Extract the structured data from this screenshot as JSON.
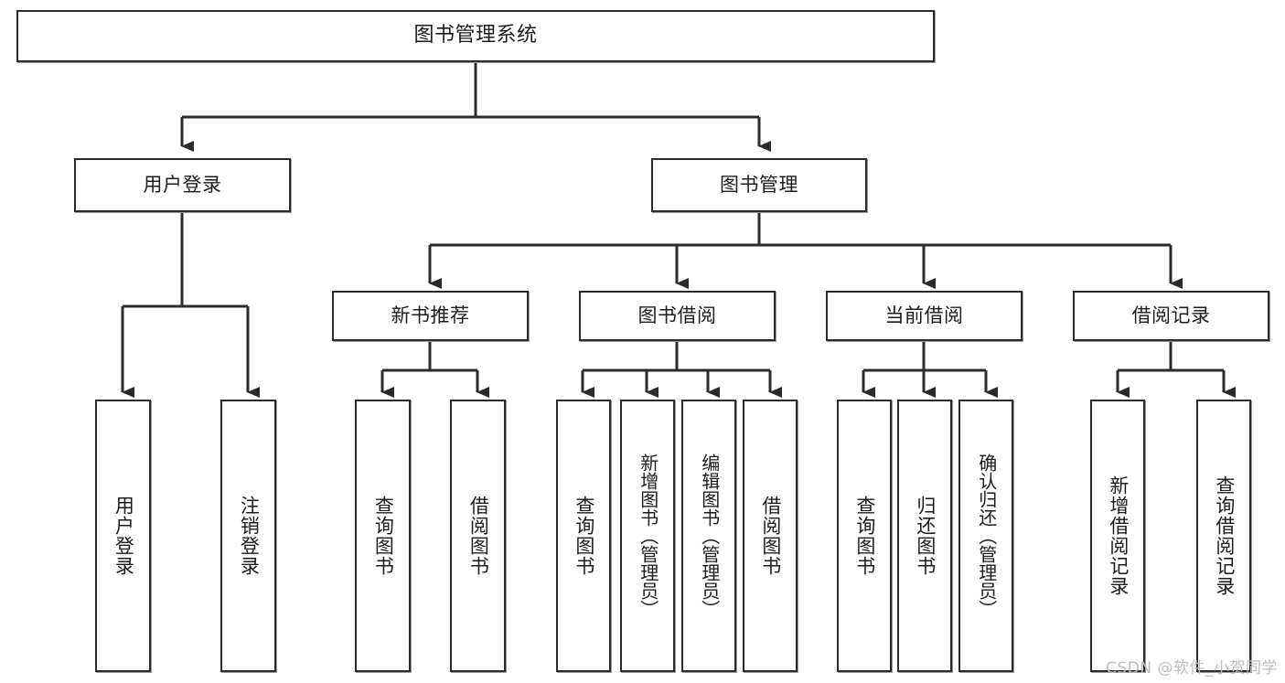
{
  "diagram": {
    "type": "tree",
    "title": "图书管理系统",
    "colors": {
      "background": "#ffffff",
      "box_border": "#2b2b2b",
      "box_fill": "#ffffff",
      "connector": "#2b2b2b",
      "text": "#1c1c1c",
      "watermark": "#bdbdbd"
    },
    "levels": {
      "root": "图书管理系统",
      "level2": [
        "用户登录",
        "图书管理"
      ],
      "level3": [
        "新书推荐",
        "图书借阅",
        "当前借阅",
        "借阅记录"
      ]
    },
    "nodes": {
      "root": {
        "label": "图书管理系统"
      },
      "user_login": {
        "label": "用户登录"
      },
      "book_manage": {
        "label": "图书管理"
      },
      "new_book_rec": {
        "label": "新书推荐"
      },
      "book_borrow": {
        "label": "图书借阅"
      },
      "current_borrow": {
        "label": "当前借阅"
      },
      "borrow_record": {
        "label": "借阅记录"
      }
    },
    "leaves": {
      "user_login_children": [
        {
          "label": "用户登录"
        },
        {
          "label": "注销登录"
        }
      ],
      "new_book_rec_children": [
        {
          "label": "查询图书"
        },
        {
          "label": "借阅图书"
        }
      ],
      "book_borrow_children": [
        {
          "label": "查询图书"
        },
        {
          "label": "新增图书（管理员）"
        },
        {
          "label": "编辑图书（管理员）"
        },
        {
          "label": "借阅图书"
        }
      ],
      "current_borrow_children": [
        {
          "label": "查询图书"
        },
        {
          "label": "归还图书"
        },
        {
          "label": "确认归还（管理员）"
        }
      ],
      "borrow_record_children": [
        {
          "label": "新增借阅记录"
        },
        {
          "label": "查询借阅记录"
        }
      ]
    },
    "watermark": "CSDN @软件_小贺同学"
  }
}
